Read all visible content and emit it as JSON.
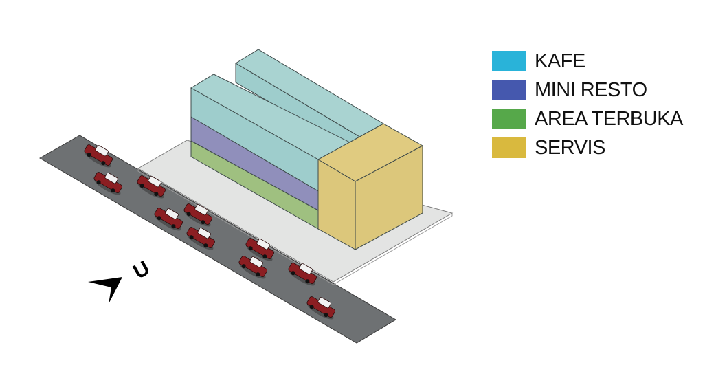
{
  "legend": {
    "items": [
      {
        "label": "KAFE",
        "color": "#29B3D9"
      },
      {
        "label": "MINI RESTO",
        "color": "#4558AE"
      },
      {
        "label": "AREA TERBUKA",
        "color": "#56A84A"
      },
      {
        "label": "SERVIS",
        "color": "#D9B93E"
      }
    ]
  },
  "north": {
    "label": "U"
  },
  "colors": {
    "road": "#6e7173",
    "site": "#e3e4e3",
    "kafe_face": "#9ecdcc",
    "mini_resto_face": "#908fbb",
    "area_terbuka_face": "#9fc080",
    "servis_face": "#dcc77b",
    "car_body": "#8b1e22"
  }
}
